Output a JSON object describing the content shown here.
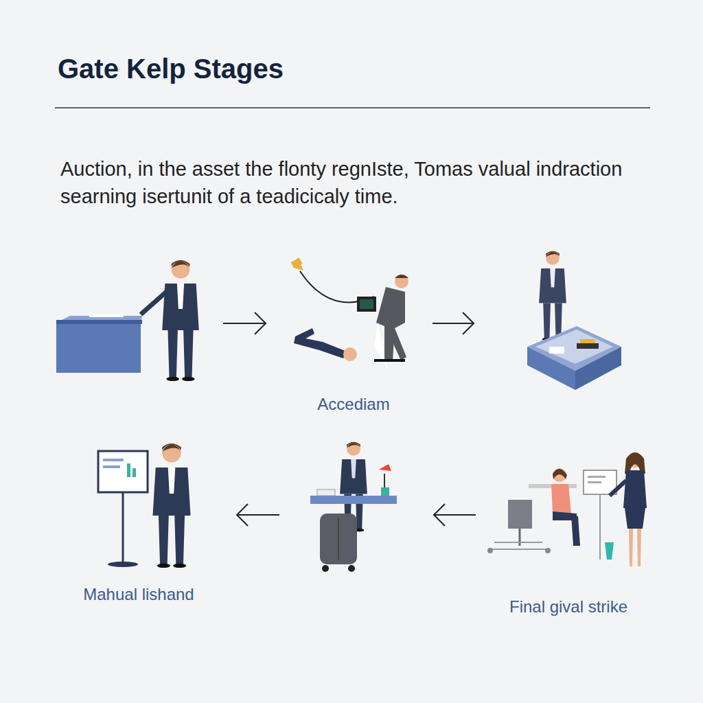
{
  "diagram": {
    "title": "Gate Kelp Stages",
    "labels": [
      "Auction, in the asset the flonty regnIste, Tomas valual indraction searning isertunit of a teadicicaly time.",
      "Accediam",
      "Mahual lishand",
      "Final gival strike"
    ]
  }
}
